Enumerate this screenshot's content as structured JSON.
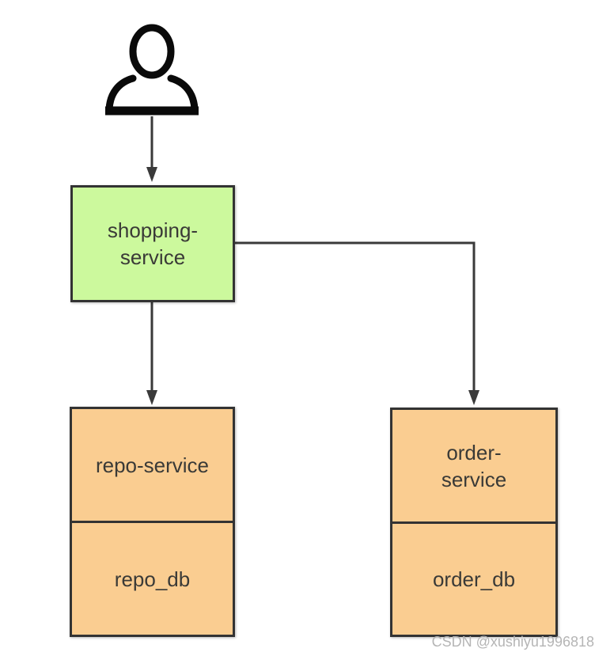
{
  "diagram": {
    "actor": {
      "icon": "person-icon"
    },
    "nodes": {
      "shopping": {
        "label": "shopping-\nservice",
        "fill": "#ccf99d"
      },
      "repo": {
        "service_label": "repo-service",
        "db_label": "repo_db",
        "fill": "#facd91"
      },
      "order": {
        "service_label": "order-\nservice",
        "db_label": "order_db",
        "fill": "#facd91"
      }
    },
    "edges": [
      {
        "from": "user",
        "to": "shopping-service"
      },
      {
        "from": "shopping-service",
        "to": "repo-service"
      },
      {
        "from": "shopping-service",
        "to": "order-service"
      }
    ],
    "colors": {
      "node_green": "#ccf99d",
      "node_orange": "#facd91",
      "border": "#333333",
      "line": "#3a3a3a",
      "text": "#3a3a37",
      "watermark": "#b5b5b5"
    }
  },
  "watermark": {
    "text": "CSDN @xushiyu1996818"
  }
}
